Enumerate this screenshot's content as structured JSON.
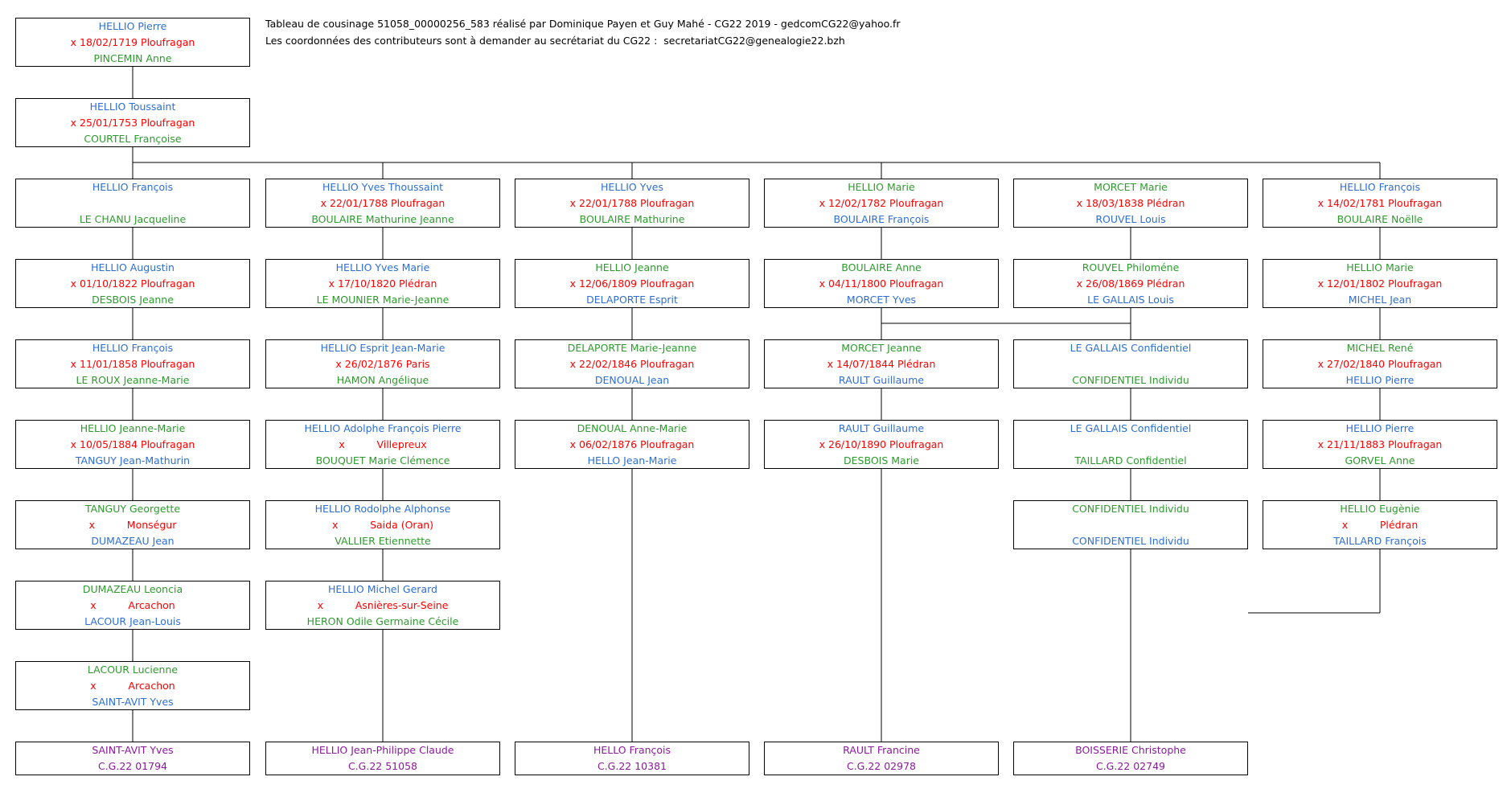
{
  "header": {
    "line1": "Tableau de cousinage 51058_00000256_583 réalisé par Dominique Payen et Guy Mahé - CG22 2019 - gedcomCG22@yahoo.fr",
    "line2": "Les coordonnées des contributeurs sont à demander au secrétariat du CG22 :  secretariatCG22@genealogie22.bzh"
  },
  "colors": {
    "male": "#2e6fd1",
    "marriage": "#ff0000",
    "female": "#2e9a2e",
    "descendant": "#8a1a9b"
  },
  "top": [
    {
      "l0": "HELLIO Pierre",
      "l1": "x 18/02/1719 Ploufragan",
      "l2": "PINCEMIN Anne",
      "c": [
        "blue",
        "red",
        "green"
      ]
    },
    {
      "l0": "HELLIO Toussaint",
      "l1": "x 25/01/1753 Ploufragan",
      "l2": "COURTEL Françoise",
      "c": [
        "blue",
        "red",
        "green"
      ]
    }
  ],
  "columns": [
    [
      {
        "l0": "HELLIO François",
        "l1": "",
        "l2": "LE CHANU Jacqueline",
        "c": [
          "blue",
          "red",
          "green"
        ]
      },
      {
        "l0": "HELLIO Augustin",
        "l1": "x 01/10/1822 Ploufragan",
        "l2": "DESBOIS Jeanne",
        "c": [
          "blue",
          "red",
          "green"
        ]
      },
      {
        "l0": "HELLIO François",
        "l1": "x 11/01/1858 Ploufragan",
        "l2": "LE ROUX Jeanne-Marie",
        "c": [
          "blue",
          "red",
          "green"
        ]
      },
      {
        "l0": "HELLIO Jeanne-Marie",
        "l1": "x 10/05/1884 Ploufragan",
        "l2": "TANGUY Jean-Mathurin",
        "c": [
          "green",
          "red",
          "blue"
        ]
      },
      {
        "l0": "TANGUY Georgette",
        "l1": "x          Monségur",
        "l2": "DUMAZEAU Jean",
        "c": [
          "green",
          "red",
          "blue"
        ]
      },
      {
        "l0": "DUMAZEAU Leoncia",
        "l1": "x          Arcachon",
        "l2": "LACOUR Jean-Louis",
        "c": [
          "green",
          "red",
          "blue"
        ]
      },
      {
        "l0": "LACOUR Lucienne",
        "l1": "x          Arcachon",
        "l2": "SAINT-AVIT Yves",
        "c": [
          "green",
          "red",
          "blue"
        ]
      }
    ],
    [
      {
        "l0": "HELLIO Yves Thoussaint",
        "l1": "x 22/01/1788 Ploufragan",
        "l2": "BOULAIRE Mathurine Jeanne",
        "c": [
          "blue",
          "red",
          "green"
        ]
      },
      {
        "l0": "HELLIO Yves Marie",
        "l1": "x 17/10/1820 Plédran",
        "l2": "LE MOUNIER Marie-Jeanne",
        "c": [
          "blue",
          "red",
          "green"
        ]
      },
      {
        "l0": "HELLIO Esprit Jean-Marie",
        "l1": "x 26/02/1876 Paris",
        "l2": "HAMON Angélique",
        "c": [
          "blue",
          "red",
          "green"
        ]
      },
      {
        "l0": "HELLIO Adolphe François Pierre",
        "l1": "x          Villepreux",
        "l2": "BOUQUET Marie Clémence",
        "c": [
          "blue",
          "red",
          "green"
        ]
      },
      {
        "l0": "HELLIO Rodolphe Alphonse",
        "l1": "x          Saida (Oran)",
        "l2": "VALLIER Etiennette",
        "c": [
          "blue",
          "red",
          "green"
        ]
      },
      {
        "l0": "HELLIO Michel Gerard",
        "l1": "x          Asnières-sur-Seine",
        "l2": "HERON Odile Germaine Cécile",
        "c": [
          "blue",
          "red",
          "green"
        ]
      }
    ],
    [
      {
        "l0": "HELLIO Yves",
        "l1": "x 22/01/1788 Ploufragan",
        "l2": "BOULAIRE Mathurine",
        "c": [
          "blue",
          "red",
          "green"
        ]
      },
      {
        "l0": "HELLIO Jeanne",
        "l1": "x 12/06/1809 Ploufragan",
        "l2": "DELAPORTE Esprit",
        "c": [
          "green",
          "red",
          "blue"
        ]
      },
      {
        "l0": "DELAPORTE Marie-Jeanne",
        "l1": "x 22/02/1846 Ploufragan",
        "l2": "DENOUAL Jean",
        "c": [
          "green",
          "red",
          "blue"
        ]
      },
      {
        "l0": "DENOUAL Anne-Marie",
        "l1": "x 06/02/1876 Ploufragan",
        "l2": "HELLO Jean-Marie",
        "c": [
          "green",
          "red",
          "blue"
        ]
      }
    ],
    [
      {
        "l0": "HELLIO Marie",
        "l1": "x 12/02/1782 Ploufragan",
        "l2": "BOULAIRE François",
        "c": [
          "green",
          "red",
          "blue"
        ]
      },
      {
        "l0": "BOULAIRE Anne",
        "l1": "x 04/11/1800 Ploufragan",
        "l2": "MORCET Yves",
        "c": [
          "green",
          "red",
          "blue"
        ]
      },
      {
        "l0": "MORCET Jeanne",
        "l1": "x 14/07/1844 Plédran",
        "l2": "RAULT Guillaume",
        "c": [
          "green",
          "red",
          "blue"
        ]
      },
      {
        "l0": "RAULT Guillaume",
        "l1": "x 26/10/1890 Ploufragan",
        "l2": "DESBOIS Marie",
        "c": [
          "blue",
          "red",
          "green"
        ]
      }
    ],
    [
      {
        "l0": "MORCET Marie",
        "l1": "x 18/03/1838 Plédran",
        "l2": "ROUVEL Louis",
        "c": [
          "green",
          "red",
          "blue"
        ]
      },
      {
        "l0": "ROUVEL Philoméne",
        "l1": "x 26/08/1869 Plédran",
        "l2": "LE GALLAIS Louis",
        "c": [
          "green",
          "red",
          "blue"
        ]
      },
      {
        "l0": "LE GALLAIS Confidentiel",
        "l1": "",
        "l2": "CONFIDENTIEL Individu",
        "c": [
          "blue",
          "red",
          "green"
        ]
      },
      {
        "l0": "LE GALLAIS Confidentiel",
        "l1": "",
        "l2": "TAILLARD Confidentiel",
        "c": [
          "blue",
          "red",
          "green"
        ]
      },
      {
        "l0": "CONFIDENTIEL Individu",
        "l1": "",
        "l2": "CONFIDENTIEL Individu",
        "c": [
          "green",
          "red",
          "blue"
        ]
      }
    ],
    [
      {
        "l0": "HELLIO François",
        "l1": "x 14/02/1781 Ploufragan",
        "l2": "BOULAIRE Noëlle",
        "c": [
          "blue",
          "red",
          "green"
        ]
      },
      {
        "l0": "HELLIO Marie",
        "l1": "x 12/01/1802 Ploufragan",
        "l2": "MICHEL Jean",
        "c": [
          "green",
          "red",
          "blue"
        ]
      },
      {
        "l0": "MICHEL René",
        "l1": "x 27/02/1840 Ploufragan",
        "l2": "HELLIO Pierre",
        "c": [
          "green",
          "red",
          "blue"
        ]
      },
      {
        "l0": "HELLIO Pierre",
        "l1": "x 21/11/1883 Ploufragan",
        "l2": "GORVEL Anne",
        "c": [
          "blue",
          "red",
          "green"
        ]
      },
      {
        "l0": "HELLIO Eugènie",
        "l1": "x          Plédran",
        "l2": "TAILLARD François",
        "c": [
          "green",
          "red",
          "blue"
        ]
      }
    ]
  ],
  "bottom": [
    {
      "name": "SAINT-AVIT Yves",
      "code": "C.G.22 01794"
    },
    {
      "name": "HELLIO Jean-Philippe Claude",
      "code": "C.G.22 51058"
    },
    {
      "name": "HELLO François",
      "code": "C.G.22 10381"
    },
    {
      "name": "RAULT Francine",
      "code": "C.G.22 02978"
    },
    {
      "name": "BOISSERIE Christophe",
      "code": "C.G.22 02749"
    }
  ]
}
